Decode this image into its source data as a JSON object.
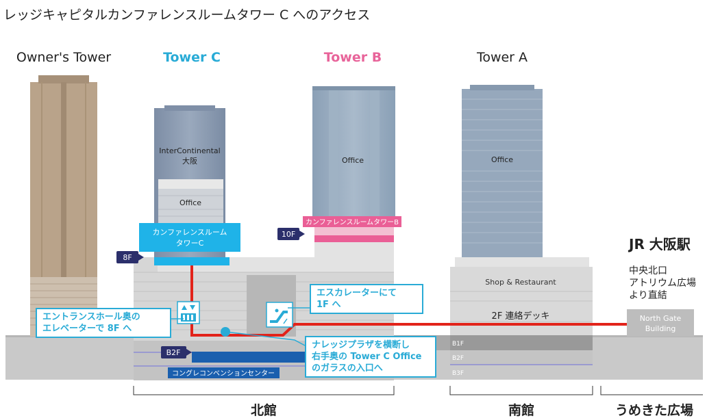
{
  "title": "レッジキャピタルカンファレンスルームタワー C へのアクセス",
  "towers": {
    "owners": "Owner's Tower",
    "c": "Tower C",
    "b": "Tower B",
    "a": "Tower A"
  },
  "tower_c": {
    "hotel_line1": "InterContinental",
    "hotel_line2": "大阪",
    "office": "Office",
    "conf_line1": "カンファレンスルーム",
    "conf_line2": "タワーC",
    "floor_badge": "8F"
  },
  "tower_b": {
    "office": "Office",
    "conf": "カンファレンスルームタワーB",
    "floor_badge": "10F"
  },
  "tower_a": {
    "office": "Office",
    "shop": "Shop & Restaurant"
  },
  "deck_label": "2F 連絡デッキ",
  "north_gate": {
    "line1": "North Gate",
    "line2": "Building"
  },
  "jr": {
    "title": "JR 大阪駅",
    "line1": "中央北口",
    "line2": "アトリウム広場",
    "line3": "より直結"
  },
  "basement": {
    "b2f_badge": "B2F",
    "convention": "コングレコンベンションセンター",
    "b1f": "B1F",
    "b2f": "B2F",
    "b3f": "B3F"
  },
  "callouts": {
    "elevator_line1": "エントランスホール奥の",
    "elevator_line2": "エレベーターで 8F へ",
    "escalator_line1": "エスカレーターにて",
    "escalator_line2": "1F へ",
    "plaza_line1": "ナレッジプラザを横断し",
    "plaza_line2": "右手奥の Tower C Office",
    "plaza_line3": "のガラスの入口へ"
  },
  "areas": {
    "north": "北館",
    "south": "南館",
    "umekita": "うめきた広場"
  },
  "colors": {
    "cyan": "#29abd6",
    "pink": "#e8649a",
    "route_red": "#e2231a",
    "navy": "#2b2f6b",
    "tower_brown": "#b9a38a",
    "glass": "#8ea3b8"
  }
}
